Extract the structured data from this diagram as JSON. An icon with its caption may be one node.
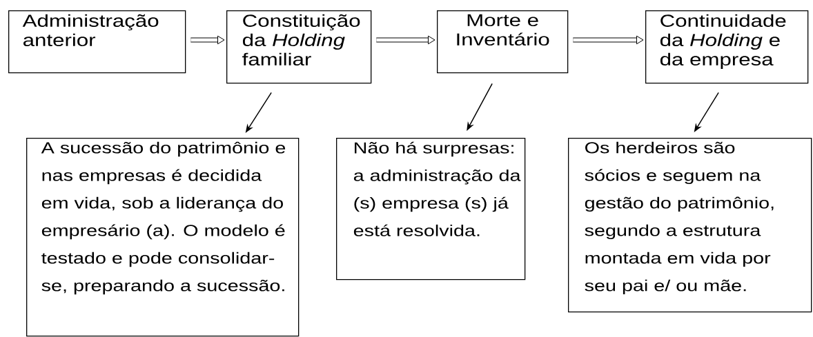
{
  "diagram": {
    "nodes": [
      {
        "text": [
          "Administração anterior"
        ]
      },
      {
        "text": [
          "Constituição da *Holding* familiar"
        ]
      },
      {
        "text": [
          "Morte e Inventário"
        ]
      },
      {
        "text": [
          "Continuidade da *Holding* e da empresa"
        ]
      },
      {
        "text": [
          "A sucessão do patrimônio e nas empresas é decidida em vida, sob a liderança do empresário (a). O modelo é testado e pode consolidar- se, preparando a sucessão."
        ]
      },
      {
        "text": [
          "Não há surpresas: a administração da (s) empresa (s) já está resolvida."
        ]
      },
      {
        "text": [
          "Os herdeiros são sócios e seguem na gestão do patrimônio, segundo a estrutura montada em vida por seu pai e/ ou mãe."
        ]
      }
    ],
    "edges": [
      {
        "from": 0,
        "to": 1,
        "arrow": "to",
        "style": "thick"
      },
      {
        "from": 1,
        "to": 2,
        "arrow": "to",
        "style": "thick"
      },
      {
        "from": 2,
        "to": 3,
        "arrow": "to",
        "style": "thick"
      },
      {
        "from": 1,
        "to": 4,
        "arrow": "to"
      },
      {
        "from": 2,
        "to": 5,
        "arrow": "to"
      },
      {
        "from": 3,
        "to": 6,
        "arrow": "to"
      }
    ]
  }
}
